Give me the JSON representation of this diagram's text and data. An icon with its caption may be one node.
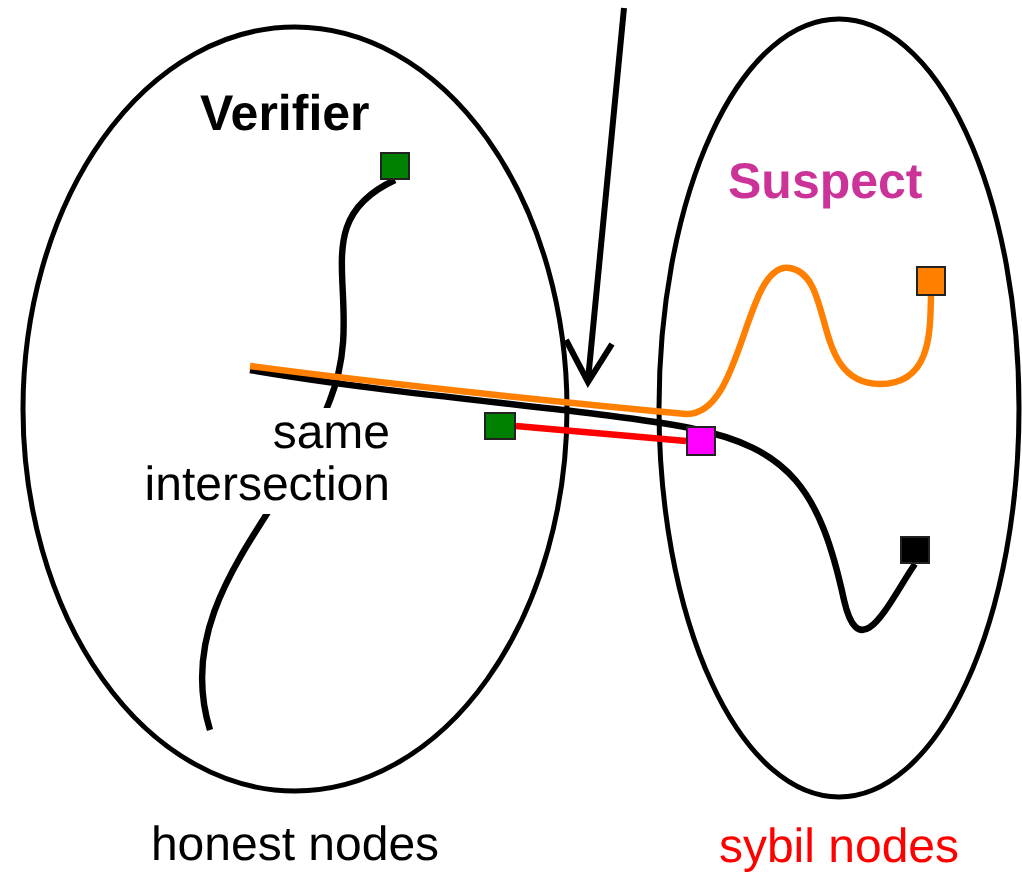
{
  "diagram": {
    "nodes": [
      {
        "text": [
          "honest nodes"
        ]
      },
      {
        "text": [
          "sybil nodes"
        ]
      },
      {
        "text": [],
        "shape": "box",
        "in": 0,
        "beside": [
          "Verifier"
        ]
      },
      {
        "text": [],
        "shape": "box",
        "in": 0,
        "beside": [
          "same intersection"
        ]
      },
      {
        "text": [],
        "shape": "box",
        "in": 1
      },
      {
        "text": [],
        "shape": "box",
        "in": 1,
        "beside": [
          "Suspect"
        ]
      },
      {
        "text": [],
        "shape": "box",
        "in": 1
      }
    ],
    "edges": [
      {
        "from": 2,
        "to": null,
        "arrow": "none"
      },
      {
        "from": null,
        "to": 6,
        "arrow": "none"
      },
      {
        "from": null,
        "to": 5,
        "arrow": "none",
        "color": "#ff7f00"
      },
      {
        "from": 3,
        "to": 4,
        "arrow": "none",
        "color": "#ff0000"
      }
    ]
  }
}
